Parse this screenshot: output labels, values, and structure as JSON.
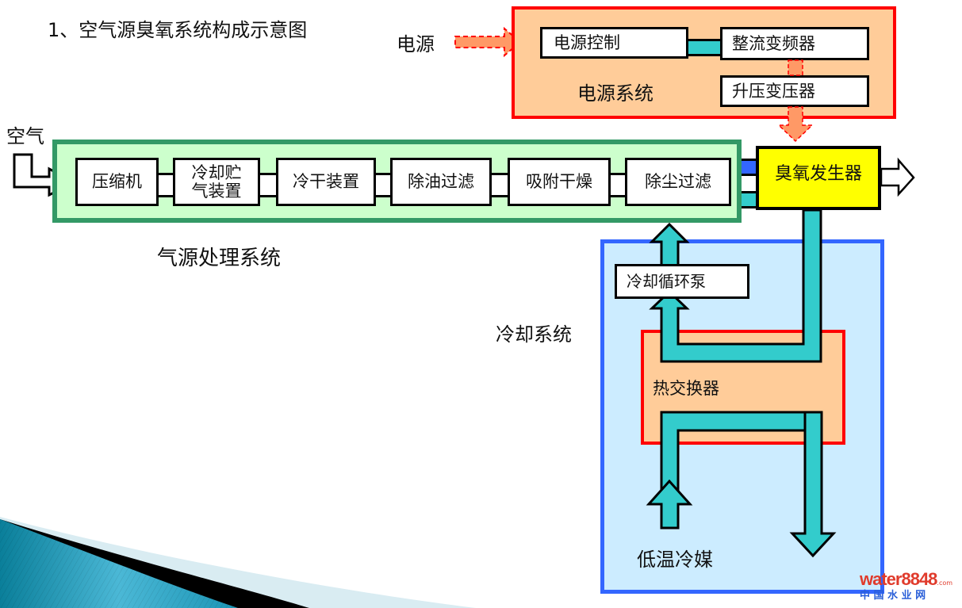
{
  "title": "1、空气源臭氧系统构成示意图",
  "inputs": {
    "power": "电源",
    "air": "空气",
    "coolant": "低温冷媒"
  },
  "power_system": {
    "label": "电源系统",
    "blocks": [
      "电源控制",
      "整流变频器",
      "升压变压器"
    ]
  },
  "air_system": {
    "label": "气源处理系统",
    "blocks": [
      "压缩机",
      "冷却贮\n气装置",
      "冷干装置",
      "除油过滤",
      "吸附干燥",
      "除尘过滤"
    ]
  },
  "ozone_generator": {
    "label": "臭氧发生器"
  },
  "cooling_system": {
    "label": "冷却系统",
    "pump": "冷却循环泵",
    "heat_exchanger": "热交换器"
  },
  "watermark": {
    "brand": "water8848",
    "suffix": ".com",
    "cn": "中 国 水 业 网"
  },
  "colors": {
    "power_fill": "#FFCC99",
    "power_border": "#FF0000",
    "air_fill": "#CCFFCC",
    "air_border": "#339966",
    "cooling_fill": "#CCECFF",
    "cooling_border": "#3366FF",
    "generator_fill": "#FFFF00",
    "pipe": "#33CCCC",
    "power_arrow": "#FF9966"
  }
}
